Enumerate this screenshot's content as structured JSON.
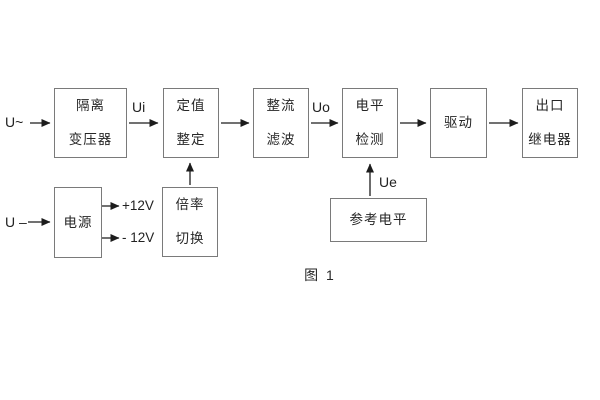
{
  "figure": {
    "caption": "图 1"
  },
  "blocks": {
    "isolation_transformer": {
      "line1": "隔离",
      "line2": "变压器"
    },
    "setting_adjust": {
      "line1": "定值",
      "line2": "整定"
    },
    "rectifier_filter": {
      "line1": "整流",
      "line2": "滤波"
    },
    "level_detect": {
      "line1": "电平",
      "line2": "检测"
    },
    "driver": {
      "label": "驱动"
    },
    "output_relay": {
      "line1": "出口",
      "line2": "继电器"
    },
    "power_supply": {
      "label": "电源"
    },
    "ratio_switch": {
      "line1": "倍率",
      "line2": "切换"
    },
    "reference_level": {
      "label": "参考电平"
    }
  },
  "signals": {
    "ac_input": "U~",
    "dc_input": "U –",
    "ui": "Ui",
    "uo": "Uo",
    "ue": "Ue",
    "rail_pos": "+12V",
    "rail_neg": "- 12V"
  },
  "colors": {
    "background": "#ffffff",
    "box_border": "#7a7a7a",
    "text": "#262626",
    "arrow": "#1c1c1c"
  }
}
